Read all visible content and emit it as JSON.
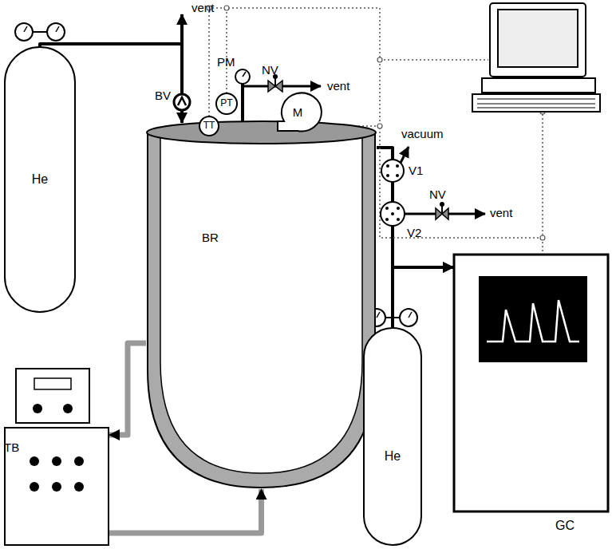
{
  "diagram": {
    "nodes": [
      {
        "text": [
          "He"
        ]
      },
      {
        "text": [
          "BR"
        ]
      },
      {
        "text": [
          "TT"
        ]
      },
      {
        "text": [
          "PT"
        ]
      },
      {
        "text": [
          "M"
        ]
      },
      {
        "text": [
          "TB"
        ]
      },
      {
        "text": [
          "GC"
        ]
      },
      {
        "text": [
          "He"
        ]
      }
    ],
    "edges": [
      {
        "from": 0,
        "to": 1,
        "arrow": "to"
      },
      {
        "from": 1,
        "to": 5,
        "arrow": "to"
      },
      {
        "from": 5,
        "to": 1,
        "arrow": "to"
      },
      {
        "from": 1,
        "to": 6,
        "arrow": "to"
      },
      {
        "from": 7,
        "to": 6,
        "arrow": "to"
      }
    ],
    "labels": [
      "BV",
      "vent",
      "PM",
      "NV",
      "vent",
      "vacuum",
      "V1",
      "NV",
      "vent",
      "V2"
    ]
  }
}
